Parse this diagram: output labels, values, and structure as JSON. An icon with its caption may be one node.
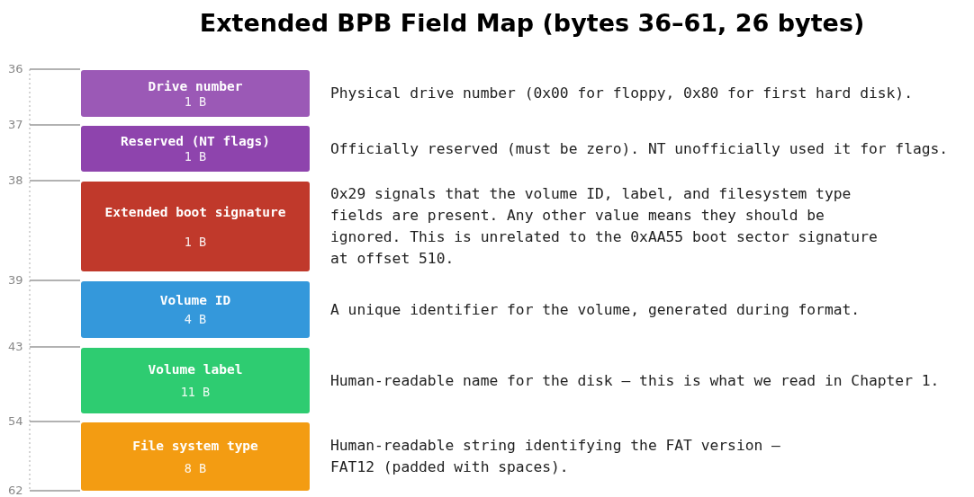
{
  "diagram": {
    "title": "Extended BPB Field Map (bytes 36–61, 26 bytes)",
    "nodes": [
      {
        "text": [
          "Drive number",
          "1 B"
        ],
        "beside": [
          "Physical drive number (0x00 for floppy, 0x80 for first hard disk)."
        ]
      },
      {
        "text": [
          "Reserved (NT flags)",
          "1 B"
        ],
        "beside": [
          "Officially reserved (must be zero). NT unofficially used it for flags."
        ]
      },
      {
        "text": [
          "Extended boot signature",
          "1 B"
        ],
        "beside": [
          "0x29 signals that the volume ID, label, and filesystem type fields are present. Any other value means they should be ignored. This is unrelated to the 0xAA55 boot sector signature at offset 510."
        ]
      },
      {
        "text": [
          "Volume ID",
          "4 B"
        ],
        "beside": [
          "A unique identifier for the volume, generated during format."
        ]
      },
      {
        "text": [
          "Volume label",
          "11 B"
        ],
        "beside": [
          "Human-readable name for the disk — this is what we read in Chapter 1."
        ]
      },
      {
        "text": [
          "File system type",
          "8 B"
        ],
        "beside": [
          "Human-readable string identifying the FAT version — FAT12 (padded with spaces)."
        ]
      }
    ],
    "edges": [],
    "labels": [
      "36",
      "37",
      "38",
      "39",
      "43",
      "54",
      "62"
    ]
  }
}
